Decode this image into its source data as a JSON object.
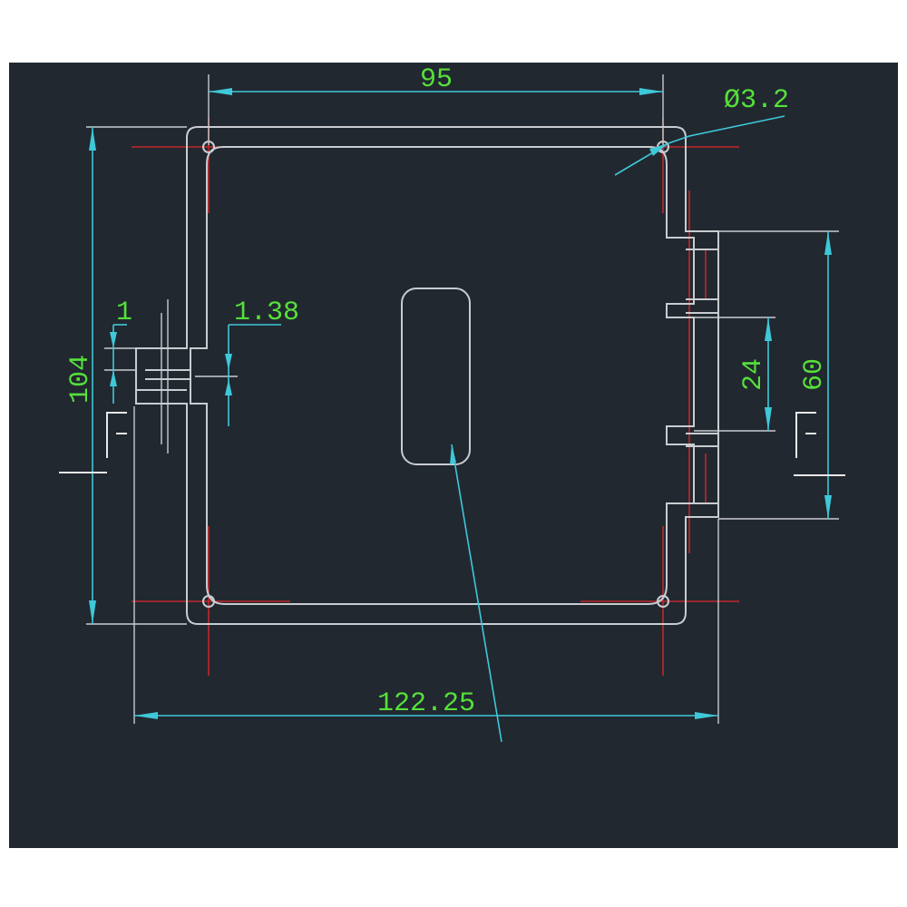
{
  "drawing": {
    "background_color": "#212830",
    "outline_color": "#c9ccd0",
    "dimension_line_color": "#3ec8d8",
    "dimension_text_color": "#56e03a",
    "center_line_color": "#c0282a"
  },
  "dimensions": {
    "top_hole_spacing": "95",
    "hole_diameter": "Ø3.2",
    "overall_height": "104",
    "thickness_left": "1",
    "slot_gap": "1.38",
    "tab_height": "24",
    "tab_span": "60",
    "overall_width": "122.25"
  }
}
